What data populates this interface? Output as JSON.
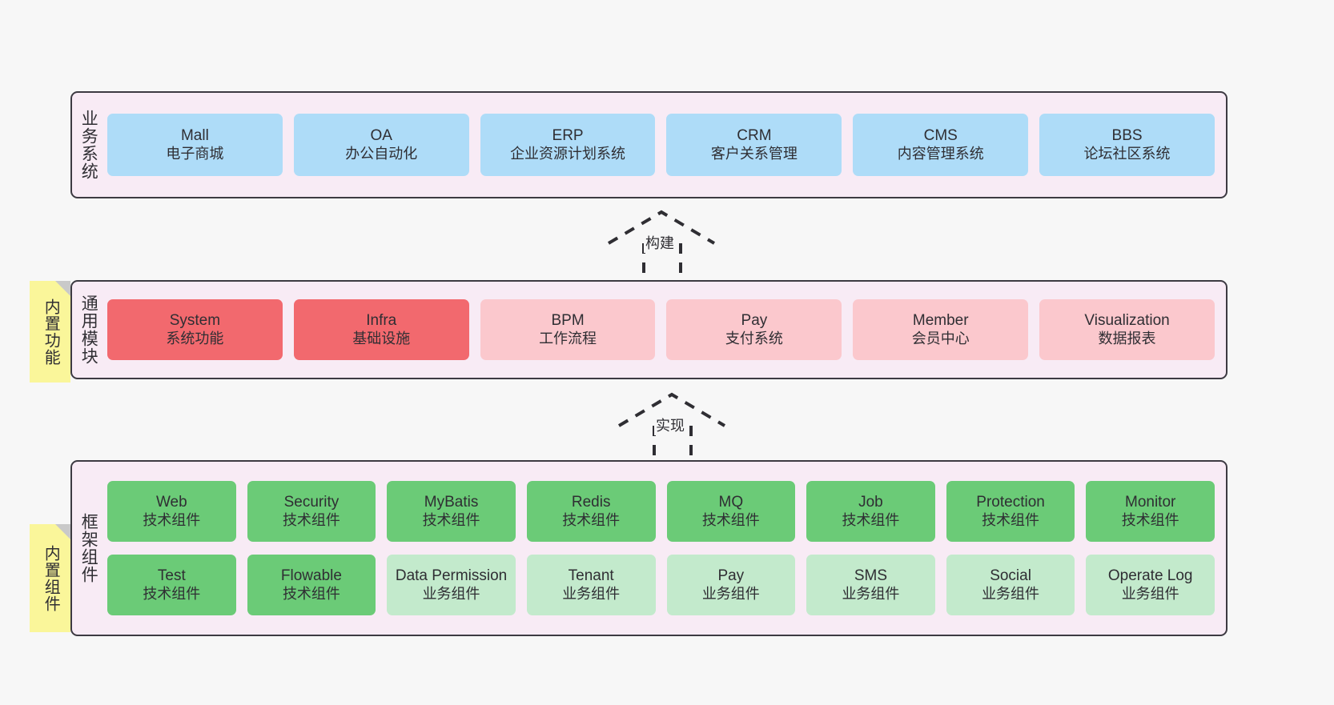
{
  "theme": {
    "background": "#F7F7F7",
    "container_fill": "#F8EBF5",
    "container_border": "#3D3A42",
    "blue": "#AEDCF8",
    "red": "#F2696E",
    "pink": "#FBC8CD",
    "green": "#6BCB77",
    "light_green": "#C3EACC",
    "note_yellow": "#FAF69A",
    "note_fold": "#C9C9C9"
  },
  "layers": {
    "business": {
      "title": "业务系统",
      "items": [
        {
          "name": "Mall",
          "desc": "电子商城",
          "color": "blue"
        },
        {
          "name": "OA",
          "desc": "办公自动化",
          "color": "blue"
        },
        {
          "name": "ERP",
          "desc": "企业资源计划系统",
          "color": "blue"
        },
        {
          "name": "CRM",
          "desc": "客户关系管理",
          "color": "blue"
        },
        {
          "name": "CMS",
          "desc": "内容管理系统",
          "color": "blue"
        },
        {
          "name": "BBS",
          "desc": "论坛社区系统",
          "color": "blue"
        }
      ]
    },
    "common": {
      "title": "通用模块",
      "note": "内置功能",
      "items": [
        {
          "name": "System",
          "desc": "系统功能",
          "color": "red"
        },
        {
          "name": "Infra",
          "desc": "基础设施",
          "color": "red"
        },
        {
          "name": "BPM",
          "desc": "工作流程",
          "color": "pink"
        },
        {
          "name": "Pay",
          "desc": "支付系统",
          "color": "pink"
        },
        {
          "name": "Member",
          "desc": "会员中心",
          "color": "pink"
        },
        {
          "name": "Visualization",
          "desc": "数据报表",
          "color": "pink"
        }
      ]
    },
    "framework": {
      "title": "框架组件",
      "note": "内置组件",
      "row1": [
        {
          "name": "Web",
          "desc": "技术组件",
          "color": "green"
        },
        {
          "name": "Security",
          "desc": "技术组件",
          "color": "green"
        },
        {
          "name": "MyBatis",
          "desc": "技术组件",
          "color": "green"
        },
        {
          "name": "Redis",
          "desc": "技术组件",
          "color": "green"
        },
        {
          "name": "MQ",
          "desc": "技术组件",
          "color": "green"
        },
        {
          "name": "Job",
          "desc": "技术组件",
          "color": "green"
        },
        {
          "name": "Protection",
          "desc": "技术组件",
          "color": "green"
        },
        {
          "name": "Monitor",
          "desc": "技术组件",
          "color": "green"
        }
      ],
      "row2": [
        {
          "name": "Test",
          "desc": "技术组件",
          "color": "green"
        },
        {
          "name": "Flowable",
          "desc": "技术组件",
          "color": "green"
        },
        {
          "name": "Data Permission",
          "desc": "业务组件",
          "color": "lgreen"
        },
        {
          "name": "Tenant",
          "desc": "业务组件",
          "color": "lgreen"
        },
        {
          "name": "Pay",
          "desc": "业务组件",
          "color": "lgreen"
        },
        {
          "name": "SMS",
          "desc": "业务组件",
          "color": "lgreen"
        },
        {
          "name": "Social",
          "desc": "业务组件",
          "color": "lgreen"
        },
        {
          "name": "Operate Log",
          "desc": "业务组件",
          "color": "lgreen"
        }
      ]
    }
  },
  "connectors": [
    {
      "label": "构建"
    },
    {
      "label": "实现"
    }
  ]
}
